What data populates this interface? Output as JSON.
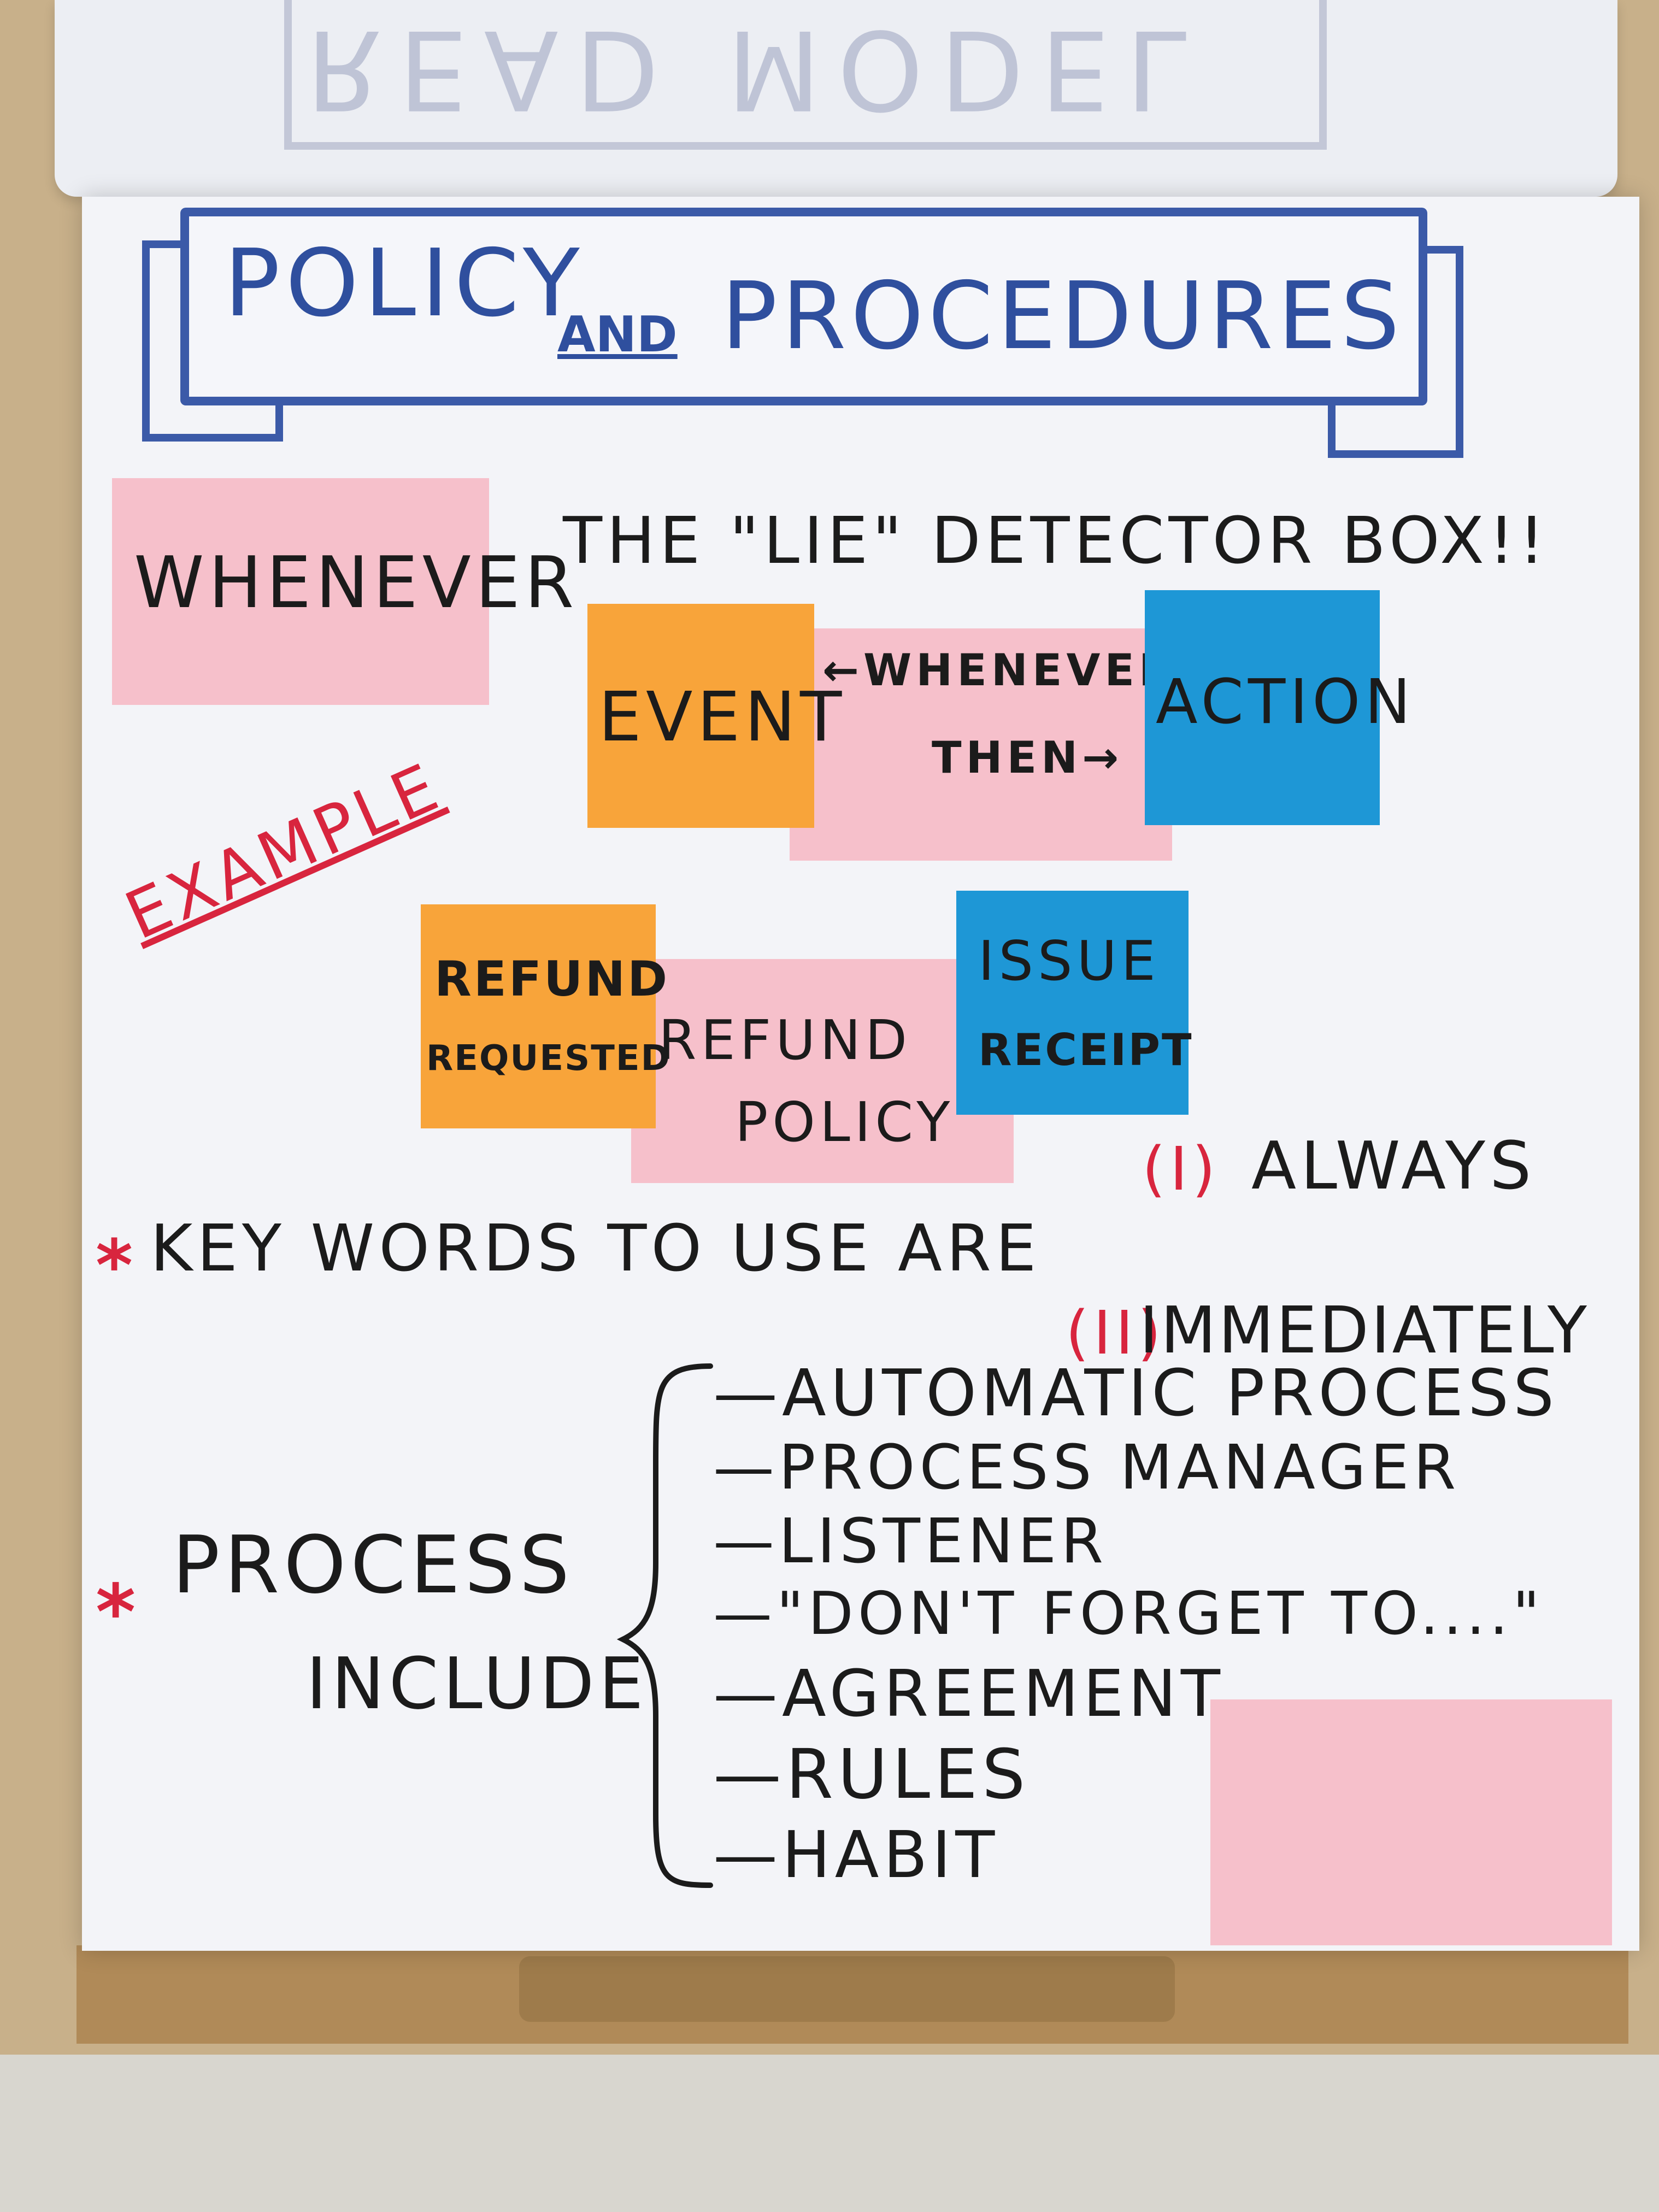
{
  "previous_sheet": {
    "title": "READ MODEL"
  },
  "banner": {
    "word1": "POLICY",
    "word2": "AND",
    "word3": "PROCEDURES"
  },
  "top_row": {
    "whenever_note": "WHENEVER",
    "lie_detector": "THE \"LIE\" DETECTOR BOX!!",
    "event_note": "EVENT",
    "middle_top": "←WHENEVER",
    "middle_bottom": "THEN→",
    "action_note": "ACTION"
  },
  "example": {
    "label": "EXAMPLE",
    "event_line1": "REFUND",
    "event_line2": "REQUESTED",
    "policy_line1": "REFUND",
    "policy_line2": "POLICY",
    "action_line1": "ISSUE",
    "action_line2": "RECEIPT"
  },
  "keywords": {
    "bullet": "*",
    "text": "KEY WORDS TO USE ARE",
    "item1_num": "(I)",
    "item1": "ALWAYS",
    "item2_num": "(II)",
    "item2": "IMMEDIATELY"
  },
  "process": {
    "bullet": "*",
    "line1": "PROCESS",
    "line2": "INCLUDE",
    "items": [
      "—AUTOMATIC PROCESS",
      "—PROCESS MANAGER",
      "—LISTENER",
      "—\"DON'T FORGET TO....\"",
      "—AGREEMENT",
      "—RULES",
      "—HABIT"
    ]
  },
  "colors": {
    "pink": "#f6c0cb",
    "orange": "#f8a43a",
    "blue": "#1e97d6",
    "banner_blue": "#3b5aa8",
    "marker_red": "#d8253e",
    "marker_black": "#1b1b1b"
  }
}
